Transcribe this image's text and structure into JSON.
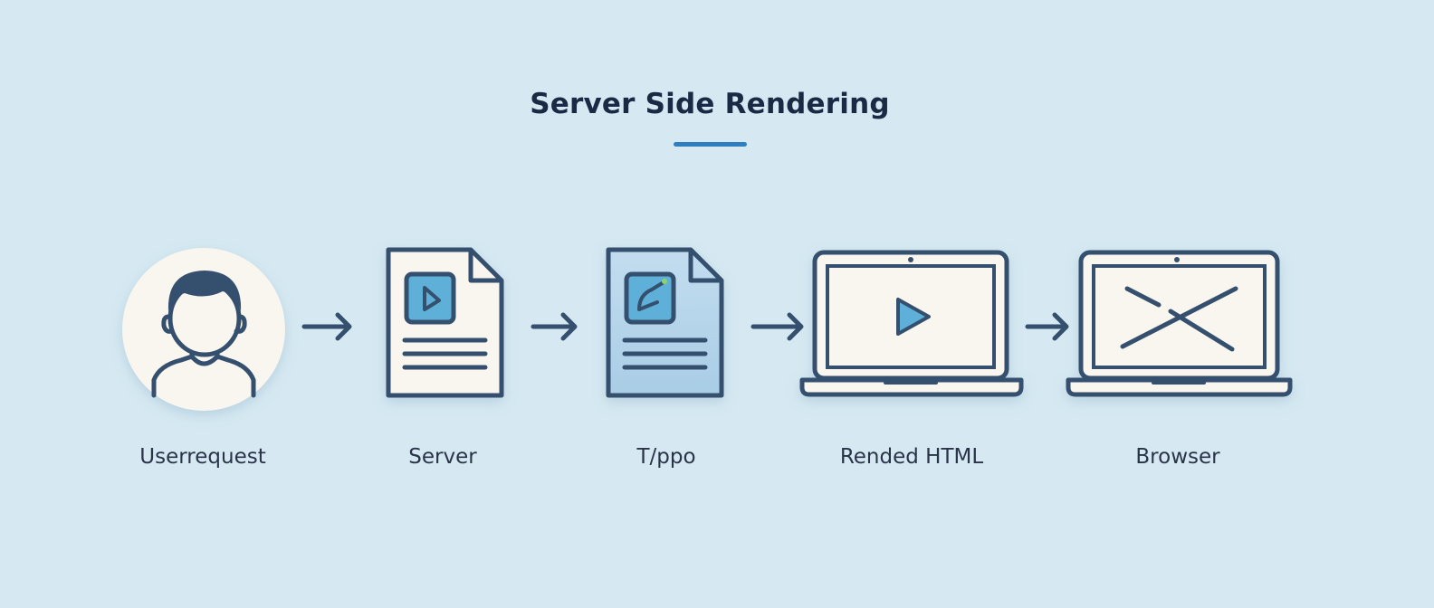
{
  "title": "Server Side Rendering",
  "colors": {
    "background": "#d6e9f2",
    "stroke": "#34506e",
    "accent": "#2f7fc0",
    "accent_fill": "#5fb0d8",
    "card_fill": "#f9f6ef",
    "tinted_card_fill": "#b6d5ea"
  },
  "steps": [
    {
      "label": "Userrequest",
      "icon": "user-avatar-icon"
    },
    {
      "label": "Server",
      "icon": "document-play-icon"
    },
    {
      "label": "T/ppo",
      "icon": "document-edit-icon"
    },
    {
      "label": "Rended HTML",
      "icon": "laptop-play-icon"
    },
    {
      "label": "Browser",
      "icon": "laptop-cross-icon"
    }
  ],
  "connectors": [
    {
      "from": "Userrequest",
      "to": "Server",
      "icon": "arrow-right-icon"
    },
    {
      "from": "Server",
      "to": "T/ppo",
      "icon": "arrow-right-icon"
    },
    {
      "from": "T/ppo",
      "to": "Rended HTML",
      "icon": "arrow-right-icon"
    },
    {
      "from": "Rended HTML",
      "to": "Browser",
      "icon": "arrow-right-icon"
    }
  ]
}
